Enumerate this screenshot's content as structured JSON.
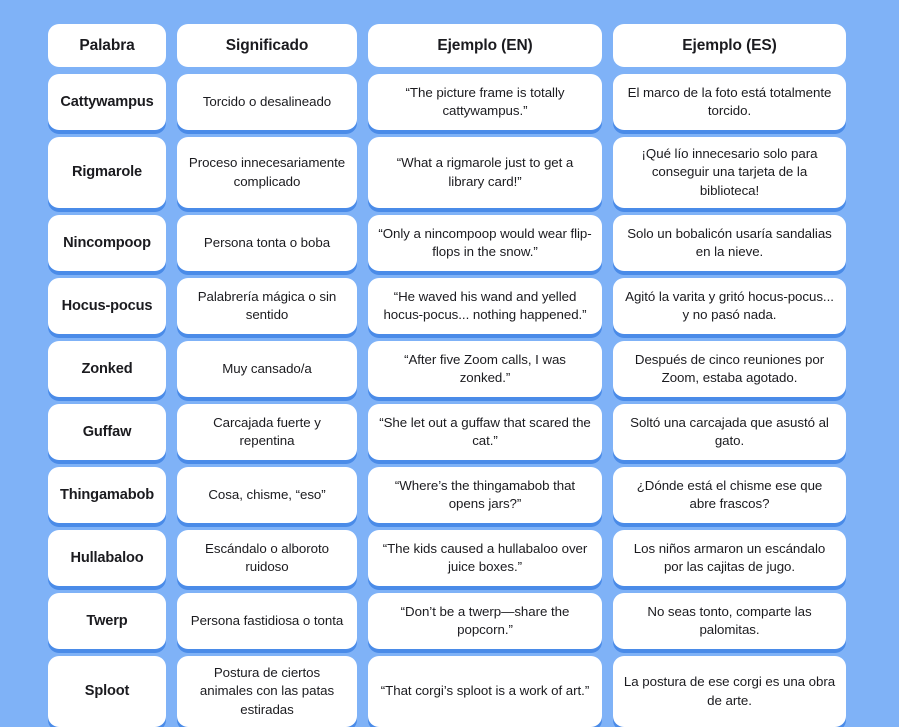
{
  "theme": {
    "background_color": "#7fb2f7",
    "card_color": "#ffffff",
    "card_shadow_color": "#4a8be8",
    "text_color": "#1b1b1f"
  },
  "table": {
    "headers": [
      "Palabra",
      "Significado",
      "Ejemplo (EN)",
      "Ejemplo (ES)"
    ],
    "rows": [
      {
        "palabra": "Cattywampus",
        "significado": "Torcido o desalineado",
        "ejemplo_en": "“The picture frame is totally cattywampus.”",
        "ejemplo_es": "El marco de la foto está totalmente torcido."
      },
      {
        "palabra": "Rigmarole",
        "significado": "Proceso innecesariamente complicado",
        "ejemplo_en": "“What a rigmarole just to get a library card!”",
        "ejemplo_es": "¡Qué lío innecesario solo para conseguir una tarjeta de la biblioteca!"
      },
      {
        "palabra": "Nincompoop",
        "significado": "Persona tonta o boba",
        "ejemplo_en": "“Only a nincompoop would wear flip-flops in the snow.”",
        "ejemplo_es": "Solo un bobalicón usaría sandalias en la nieve."
      },
      {
        "palabra": "Hocus-pocus",
        "significado": "Palabrería mágica o sin sentido",
        "ejemplo_en": "“He waved his wand and yelled hocus-pocus... nothing happened.”",
        "ejemplo_es": "Agitó la varita y gritó hocus-pocus... y no pasó nada."
      },
      {
        "palabra": "Zonked",
        "significado": "Muy cansado/a",
        "ejemplo_en": "“After five Zoom calls, I was zonked.”",
        "ejemplo_es": "Después de cinco reuniones por Zoom, estaba agotado."
      },
      {
        "palabra": "Guffaw",
        "significado": "Carcajada fuerte y repentina",
        "ejemplo_en": "“She let out a guffaw that scared the cat.”",
        "ejemplo_es": "Soltó una carcajada que asustó al gato."
      },
      {
        "palabra": "Thingamabob",
        "significado": "Cosa, chisme, “eso”",
        "ejemplo_en": "“Where’s the thingamabob that opens jars?”",
        "ejemplo_es": "¿Dónde está el chisme ese que abre frascos?"
      },
      {
        "palabra": "Hullabaloo",
        "significado": "Escándalo o alboroto ruidoso",
        "ejemplo_en": "“The kids caused a hullabaloo over juice boxes.”",
        "ejemplo_es": "Los niños armaron un escándalo por las cajitas de jugo."
      },
      {
        "palabra": "Twerp",
        "significado": "Persona fastidiosa o tonta",
        "ejemplo_en": "“Don’t be a twerp—share the popcorn.”",
        "ejemplo_es": "No seas tonto, comparte las palomitas."
      },
      {
        "palabra": "Sploot",
        "significado": "Postura de ciertos animales con las patas estiradas",
        "ejemplo_en": "“That corgi’s sploot is a work of art.”",
        "ejemplo_es": "La postura de ese corgi es una obra de arte."
      }
    ]
  }
}
